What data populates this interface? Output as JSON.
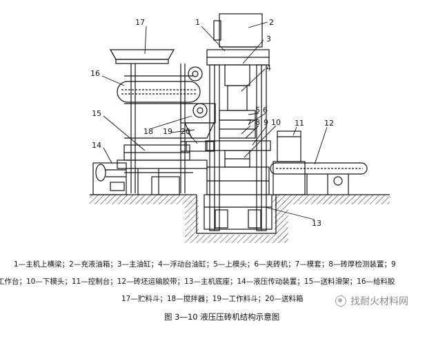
{
  "diagram": {
    "callouts": [
      "1",
      "2",
      "3",
      "4",
      "5",
      "6",
      "7",
      "8",
      "9",
      "10",
      "11",
      "12",
      "13",
      "14",
      "15",
      "16",
      "17",
      "18",
      "19",
      "20"
    ]
  },
  "legend": {
    "line1": "1—主机上横梁；2—充液油箱；3—主油缸；4—浮动台油缸；5—上模头；6—夹砖机；7—模套；8—砖厚检测装置；9",
    "line2": "工作台；10—下模头；11—控制台；12—砖坯运输胶带；13—主机底座；14—液压传动装置；15—送料滑架；16—给料胶",
    "line3": "17—贮料斗；18—搅拌器；19—工作料斗；20—送料箱"
  },
  "caption": "图 3—10  液压压砖机结构示意图",
  "watermark": "找耐火材料网"
}
